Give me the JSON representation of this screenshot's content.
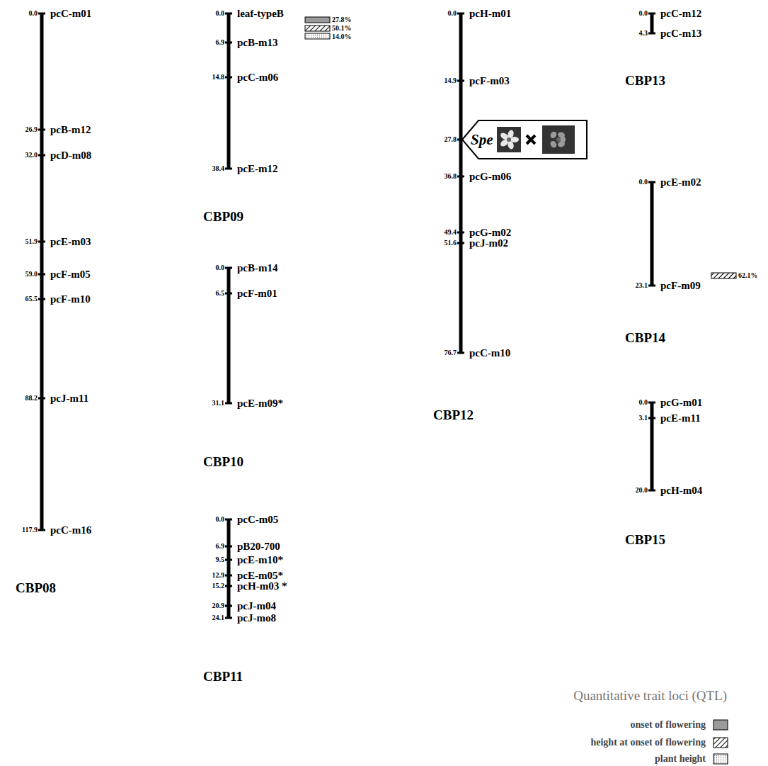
{
  "diagram": {
    "nodes": [
      {
        "text": [
          "Spe"
        ]
      }
    ],
    "labels": [
      "0.0",
      "pcC-m01",
      "26.9",
      "pcB-m12",
      "32.0",
      "pcD-m08",
      "51.9",
      "pcE-m03",
      "59.0",
      "pcF-m05",
      "65.5",
      "pcF-m10",
      "88.2",
      "pcJ-m11",
      "117.9",
      "pcC-m16",
      "CBP08",
      "0.0",
      "leaf-typeB",
      "6.9",
      "pcB-m13",
      "14.8",
      "pcC-m06",
      "38.4",
      "pcE-m12",
      "CBP09",
      "27.8%",
      "50.1%",
      "14.0%",
      "0.0",
      "pcB-m14",
      "6.5",
      "pcF-m01",
      "31.1",
      "pcE-m09*",
      "CBP10",
      "0.0",
      "pcC-m05",
      "6.9",
      "pB20-700",
      "9.5",
      "pcE-m10*",
      "12.9",
      "pcE-m05*",
      "15.2",
      "pcH-m03 *",
      "20.9",
      "pcJ-m04",
      "24.1",
      "pcJ-mo8",
      "CBP11",
      "0.0",
      "pcH-m01",
      "14.9",
      "pcF-m03",
      "27.8",
      "36.8",
      "pcG-m06",
      "49.4",
      "pcG-m02",
      "51.6",
      "pcJ-m02",
      "76.7",
      "pcC-m10",
      "CBP12",
      "0.0",
      "pcC-m12",
      "4.3",
      "pcC-m13",
      "CBP13",
      "0.0",
      "pcE-m02",
      "23.1",
      "pcF-m09",
      "CBP14",
      "62.1%",
      "0.0",
      "pcG-m01",
      "3.1",
      "pcE-m11",
      "20.0",
      "pcH-m04",
      "CBP15",
      "Quantitative trait loci (QTL)"
    ],
    "legend": [
      {
        "text": "onset of flowering",
        "color": "#9a9a9a"
      },
      {
        "text": "height at onset of flowering"
      },
      {
        "text": "plant height"
      }
    ]
  }
}
